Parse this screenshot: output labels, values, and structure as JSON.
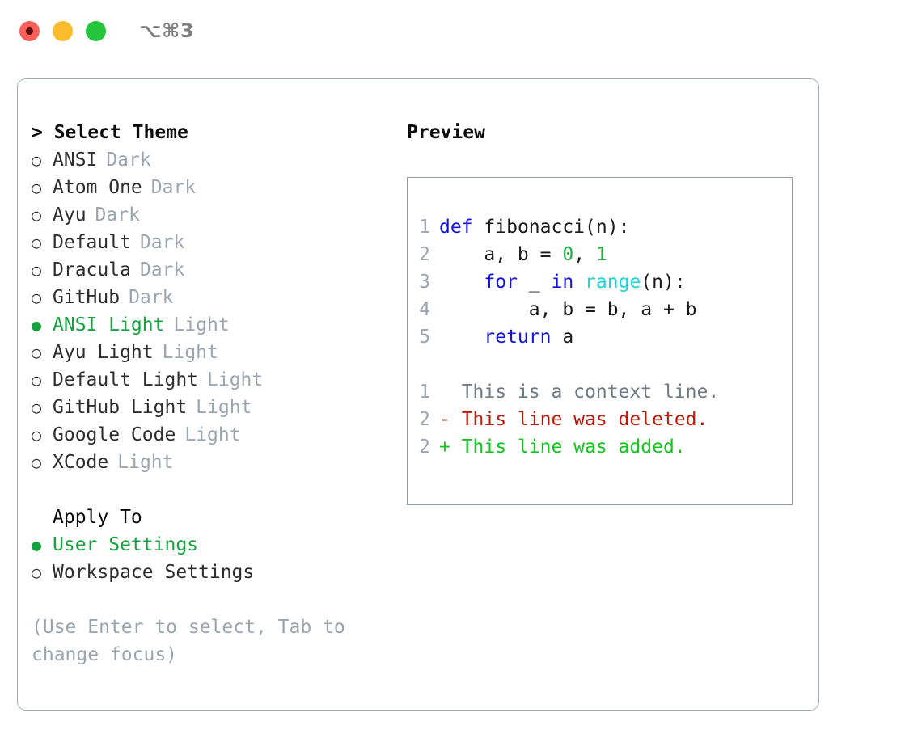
{
  "titlebar": {
    "shortcut": "⌥⌘3",
    "buttons": [
      {
        "name": "close",
        "color": "#fb5f57"
      },
      {
        "name": "minimize",
        "color": "#fdbc2e"
      },
      {
        "name": "maximize",
        "color": "#25c53c"
      }
    ]
  },
  "theme_panel": {
    "header": "> Select Theme",
    "options": [
      {
        "marker": "○",
        "name": "ANSI",
        "variant": "Dark",
        "selected": false
      },
      {
        "marker": "○",
        "name": "Atom One",
        "variant": "Dark",
        "selected": false
      },
      {
        "marker": "○",
        "name": "Ayu",
        "variant": "Dark",
        "selected": false
      },
      {
        "marker": "○",
        "name": "Default",
        "variant": "Dark",
        "selected": false
      },
      {
        "marker": "○",
        "name": "Dracula",
        "variant": "Dark",
        "selected": false
      },
      {
        "marker": "○",
        "name": "GitHub",
        "variant": "Dark",
        "selected": false
      },
      {
        "marker": "●",
        "name": "ANSI Light",
        "variant": "Light",
        "selected": true
      },
      {
        "marker": "○",
        "name": "Ayu Light",
        "variant": "Light",
        "selected": false
      },
      {
        "marker": "○",
        "name": "Default Light",
        "variant": "Light",
        "selected": false
      },
      {
        "marker": "○",
        "name": "GitHub Light",
        "variant": "Light",
        "selected": false
      },
      {
        "marker": "○",
        "name": "Google Code",
        "variant": "Light",
        "selected": false
      },
      {
        "marker": "○",
        "name": "XCode",
        "variant": "Light",
        "selected": false
      }
    ],
    "apply_to": {
      "label": "Apply To",
      "options": [
        {
          "marker": "●",
          "name": "User Settings",
          "selected": true
        },
        {
          "marker": "○",
          "name": "Workspace Settings",
          "selected": false
        }
      ]
    },
    "hint": "(Use Enter to select, Tab to change focus)"
  },
  "preview": {
    "header": "Preview",
    "code_lines": [
      {
        "lineno": "1",
        "tokens": [
          {
            "text": "def",
            "type": "kw"
          },
          {
            "text": " ",
            "type": "plain"
          },
          {
            "text": "fibonacci",
            "type": "fn"
          },
          {
            "text": "(n):",
            "type": "plain"
          }
        ]
      },
      {
        "lineno": "2",
        "tokens": [
          {
            "text": "    a, b = ",
            "type": "plain"
          },
          {
            "text": "0",
            "type": "num"
          },
          {
            "text": ", ",
            "type": "plain"
          },
          {
            "text": "1",
            "type": "num"
          }
        ]
      },
      {
        "lineno": "3",
        "tokens": [
          {
            "text": "    ",
            "type": "plain"
          },
          {
            "text": "for",
            "type": "kw"
          },
          {
            "text": " _ ",
            "type": "plain"
          },
          {
            "text": "in",
            "type": "kw"
          },
          {
            "text": " ",
            "type": "plain"
          },
          {
            "text": "range",
            "type": "builtin"
          },
          {
            "text": "(n):",
            "type": "plain"
          }
        ]
      },
      {
        "lineno": "4",
        "tokens": [
          {
            "text": "        a, b = b, a + b",
            "type": "plain"
          }
        ]
      },
      {
        "lineno": "5",
        "tokens": [
          {
            "text": "    ",
            "type": "plain"
          },
          {
            "text": "return",
            "type": "kw"
          },
          {
            "text": " a",
            "type": "plain"
          }
        ]
      }
    ],
    "diff_lines": [
      {
        "lineno": "1",
        "marker": " ",
        "text": "  This is a context line.",
        "type": "ctx"
      },
      {
        "lineno": "2",
        "marker": "-",
        "text": "- This line was deleted.",
        "type": "del"
      },
      {
        "lineno": "2",
        "marker": "+",
        "text": "+ This line was added.",
        "type": "add"
      }
    ]
  },
  "colors": {
    "accent_green": "#14a33c",
    "muted": "#9aa5b1",
    "keyword": "#1414e0",
    "builtin": "#1fd4d4",
    "number": "#12b83c",
    "diff_deleted": "#c21807",
    "diff_added": "#12c61c",
    "border": "#a3aebb"
  }
}
